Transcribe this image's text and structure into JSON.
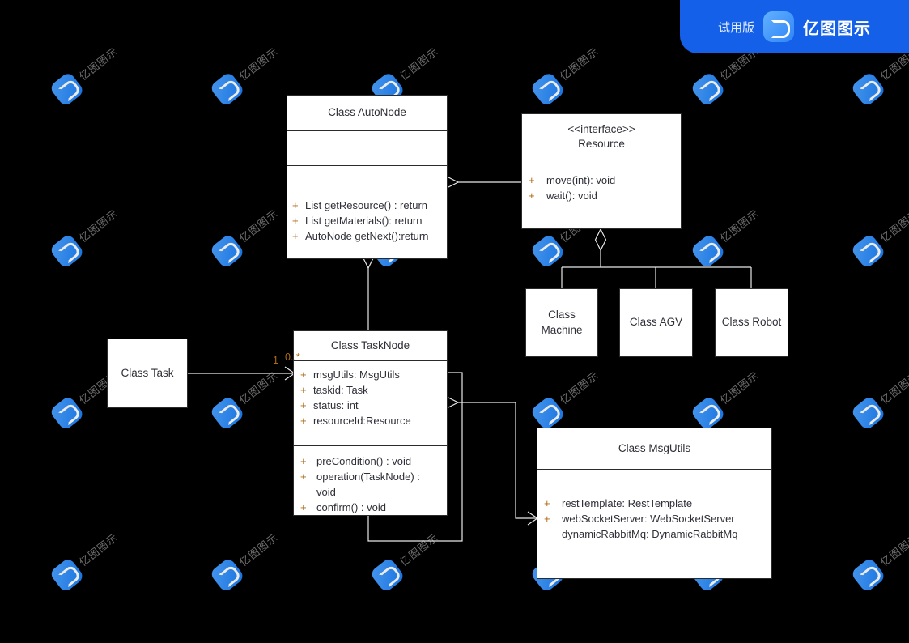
{
  "banner": {
    "trial_label": "试用版",
    "brand_name": "亿图图示",
    "logo_icon": "edraw-logo-icon",
    "background_color": "#1560e8"
  },
  "watermark": {
    "text": "亿图图示",
    "logo_icon": "edraw-watermark-logo-icon"
  },
  "canvas": {
    "background_color": "#000000",
    "node_fill": "#ffffff",
    "node_stroke": "#2b2b2b",
    "label_color": "#b06a14"
  },
  "diagram": {
    "type": "uml-class-diagram",
    "classes": [
      {
        "id": "auto-node",
        "title": "Class AutoNode",
        "attributes": [],
        "methods": [
          {
            "visibility": "+",
            "text": "List getResource() : return"
          },
          {
            "visibility": "+",
            "text": "List getMaterials(): return"
          },
          {
            "visibility": "+",
            "text": "AutoNode getNext():return"
          }
        ]
      },
      {
        "id": "resource",
        "stereotype": "<<interface>>",
        "title": "Resource",
        "attributes": [],
        "methods": [
          {
            "visibility": "+",
            "text": "move(int): void"
          },
          {
            "visibility": "+",
            "text": "wait(): void"
          }
        ]
      },
      {
        "id": "machine",
        "title": "Class\nMachine"
      },
      {
        "id": "agv",
        "title": "Class AGV"
      },
      {
        "id": "robot",
        "title": "Class Robot"
      },
      {
        "id": "task",
        "title": "Class Task"
      },
      {
        "id": "task-node",
        "title": "Class TaskNode",
        "attributes": [
          {
            "visibility": "+",
            "text": "msgUtils: MsgUtils"
          },
          {
            "visibility": "+",
            "text": "taskid: Task"
          },
          {
            "visibility": "+",
            "text": "status: int"
          },
          {
            "visibility": "+",
            "text": "resourceId:Resource"
          }
        ],
        "methods": [
          {
            "visibility": "+",
            "text": "preCondition() : void"
          },
          {
            "visibility": "+",
            "text": "operation(TaskNode) : void"
          },
          {
            "visibility": "+",
            "text": "confirm() : void"
          }
        ]
      },
      {
        "id": "msg-utils",
        "title": "Class MsgUtils",
        "attributes": [
          {
            "visibility": "+",
            "text": "restTemplate: RestTemplate"
          },
          {
            "visibility": "+",
            "text": "webSocketServer: WebSocketServer"
          },
          {
            "visibility": "",
            "text": "dynamicRabbitMq: DynamicRabbitMq"
          }
        ],
        "methods": []
      }
    ],
    "edge_labels": [
      {
        "id": "task-multiplicity-source",
        "text": "1"
      },
      {
        "id": "task-multiplicity-target",
        "text": "0..*"
      }
    ],
    "relations": [
      {
        "from": "auto-node",
        "to": "resource",
        "kind": "aggregation"
      },
      {
        "from": "auto-node",
        "to": "task-node",
        "kind": "aggregation"
      },
      {
        "from": "resource",
        "to": "machine",
        "kind": "generalization"
      },
      {
        "from": "resource",
        "to": "agv",
        "kind": "generalization"
      },
      {
        "from": "resource",
        "to": "robot",
        "kind": "generalization"
      },
      {
        "from": "task",
        "to": "task-node",
        "kind": "association"
      },
      {
        "from": "task-node",
        "to": "msg-utils",
        "kind": "aggregation"
      },
      {
        "from": "task-node",
        "to": "task-node",
        "kind": "self-loop"
      }
    ]
  }
}
